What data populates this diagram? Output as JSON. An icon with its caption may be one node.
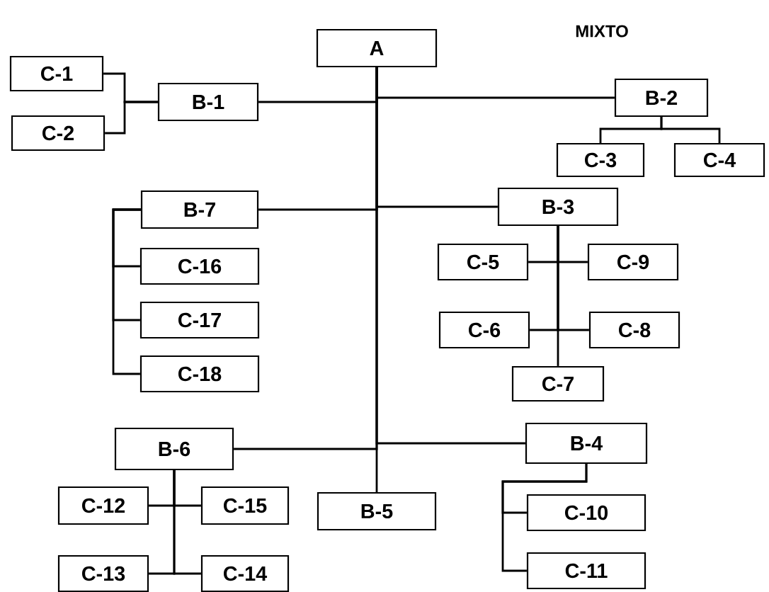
{
  "diagram": {
    "title": "MIXTO",
    "nodes": [
      {
        "text": [
          "A"
        ]
      },
      {
        "text": [
          "C-1"
        ]
      },
      {
        "text": [
          "B-1"
        ]
      },
      {
        "text": [
          "B-2"
        ]
      },
      {
        "text": [
          "C-2"
        ]
      },
      {
        "text": [
          "C-3"
        ]
      },
      {
        "text": [
          "C-4"
        ]
      },
      {
        "text": [
          "B-7"
        ]
      },
      {
        "text": [
          "B-3"
        ]
      },
      {
        "text": [
          "C-16"
        ]
      },
      {
        "text": [
          "C-5"
        ]
      },
      {
        "text": [
          "C-9"
        ]
      },
      {
        "text": [
          "C-17"
        ]
      },
      {
        "text": [
          "C-6"
        ]
      },
      {
        "text": [
          "C-8"
        ]
      },
      {
        "text": [
          "C-18"
        ]
      },
      {
        "text": [
          "C-7"
        ]
      },
      {
        "text": [
          "B-6"
        ]
      },
      {
        "text": [
          "B-4"
        ]
      },
      {
        "text": [
          "C-12"
        ]
      },
      {
        "text": [
          "C-15"
        ]
      },
      {
        "text": [
          "B-5"
        ]
      },
      {
        "text": [
          "C-10"
        ]
      },
      {
        "text": [
          "C-13"
        ]
      },
      {
        "text": [
          "C-14"
        ]
      },
      {
        "text": [
          "C-11"
        ]
      }
    ],
    "edges": [
      {
        "from": 0,
        "to": 2,
        "arrow": "none"
      },
      {
        "from": 0,
        "to": 3,
        "arrow": "none"
      },
      {
        "from": 0,
        "to": 7,
        "arrow": "none"
      },
      {
        "from": 0,
        "to": 8,
        "arrow": "none"
      },
      {
        "from": 0,
        "to": 17,
        "arrow": "none"
      },
      {
        "from": 0,
        "to": 18,
        "arrow": "none"
      },
      {
        "from": 0,
        "to": 21,
        "arrow": "none"
      },
      {
        "from": 2,
        "to": 1,
        "arrow": "none"
      },
      {
        "from": 2,
        "to": 4,
        "arrow": "none"
      },
      {
        "from": 3,
        "to": 5,
        "arrow": "none"
      },
      {
        "from": 3,
        "to": 6,
        "arrow": "none"
      },
      {
        "from": 7,
        "to": 9,
        "arrow": "none"
      },
      {
        "from": 7,
        "to": 12,
        "arrow": "none"
      },
      {
        "from": 7,
        "to": 15,
        "arrow": "none"
      },
      {
        "from": 8,
        "to": 10,
        "arrow": "none"
      },
      {
        "from": 8,
        "to": 11,
        "arrow": "none"
      },
      {
        "from": 8,
        "to": 13,
        "arrow": "none"
      },
      {
        "from": 8,
        "to": 14,
        "arrow": "none"
      },
      {
        "from": 8,
        "to": 16,
        "arrow": "none"
      },
      {
        "from": 17,
        "to": 19,
        "arrow": "none"
      },
      {
        "from": 17,
        "to": 20,
        "arrow": "none"
      },
      {
        "from": 17,
        "to": 23,
        "arrow": "none"
      },
      {
        "from": 17,
        "to": 24,
        "arrow": "none"
      },
      {
        "from": 18,
        "to": 22,
        "arrow": "none"
      },
      {
        "from": 18,
        "to": 25,
        "arrow": "none"
      }
    ]
  }
}
